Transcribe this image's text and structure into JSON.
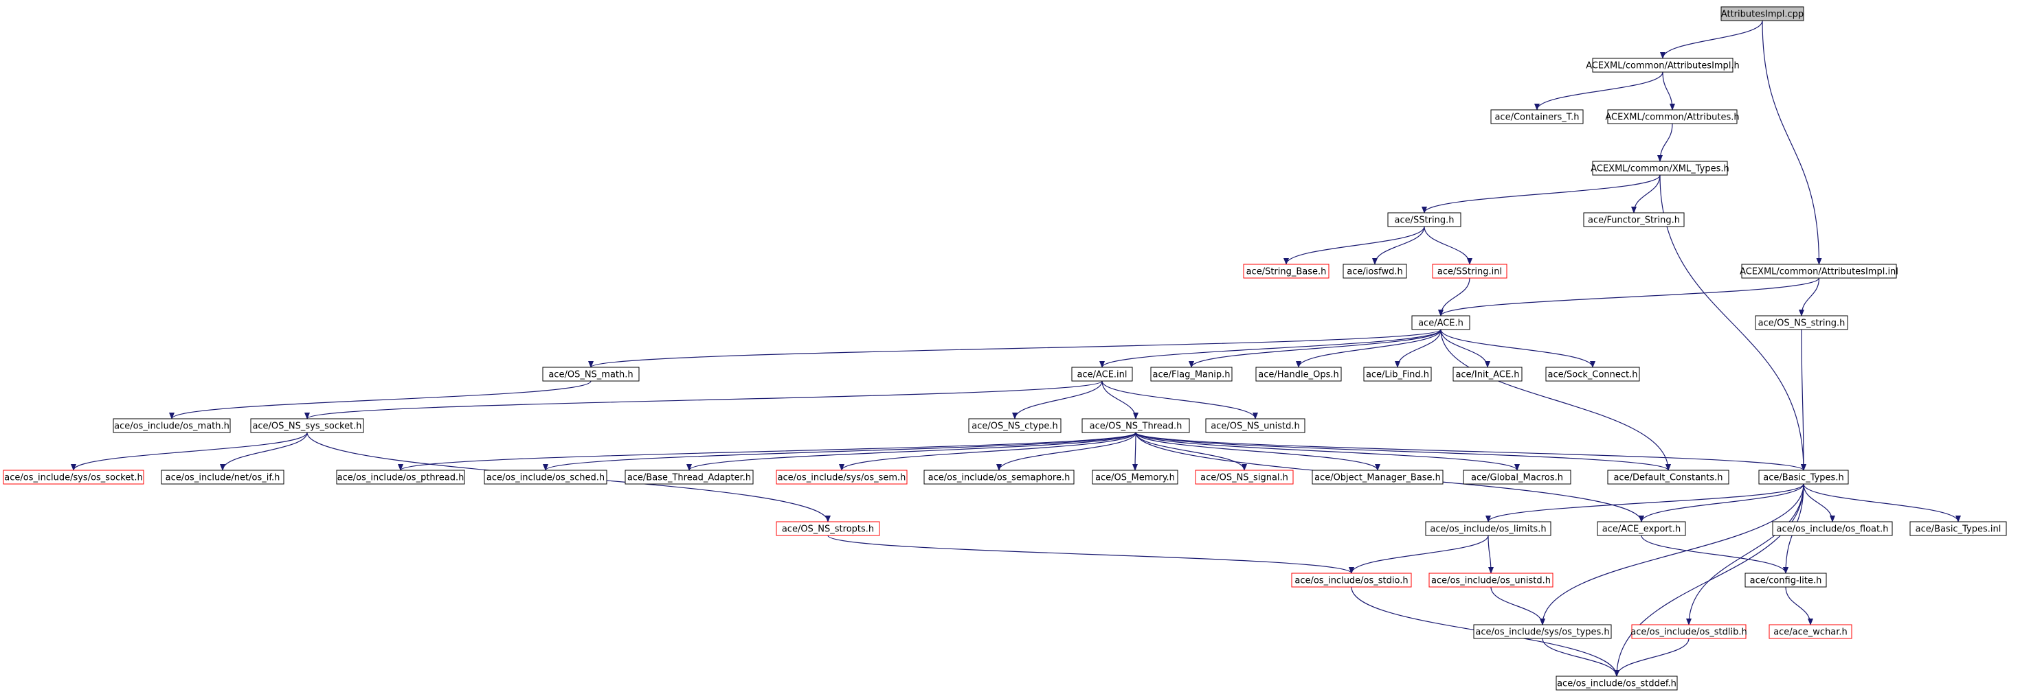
{
  "colors": {
    "root_fill": "#bfbfbf",
    "node_border": "#000000",
    "missing_border": "#ff0000",
    "edge": "#191970"
  },
  "nodes": [
    {
      "id": "n_attr_cpp",
      "label": "AttributesImpl.cpp",
      "kind": "root"
    },
    {
      "id": "n_attr_h",
      "label": "ACEXML/common/AttributesImpl.h",
      "kind": "normal"
    },
    {
      "id": "n_containers",
      "label": "ace/Containers_T.h",
      "kind": "normal"
    },
    {
      "id": "n_attributes",
      "label": "ACEXML/common/Attributes.h",
      "kind": "normal"
    },
    {
      "id": "n_xmltypes",
      "label": "ACEXML/common/XML_Types.h",
      "kind": "normal"
    },
    {
      "id": "n_sstring",
      "label": "ace/SString.h",
      "kind": "normal"
    },
    {
      "id": "n_functor",
      "label": "ace/Functor_String.h",
      "kind": "normal"
    },
    {
      "id": "n_strbase",
      "label": "ace/String_Base.h",
      "kind": "missing"
    },
    {
      "id": "n_iosfwd",
      "label": "ace/iosfwd.h",
      "kind": "normal"
    },
    {
      "id": "n_sstrinl",
      "label": "ace/SString.inl",
      "kind": "missing"
    },
    {
      "id": "n_attrinl",
      "label": "ACEXML/common/AttributesImpl.inl",
      "kind": "normal"
    },
    {
      "id": "n_ace",
      "label": "ace/ACE.h",
      "kind": "normal"
    },
    {
      "id": "n_nsstring",
      "label": "ace/OS_NS_string.h",
      "kind": "normal"
    },
    {
      "id": "n_nsmath",
      "label": "ace/OS_NS_math.h",
      "kind": "normal"
    },
    {
      "id": "n_aceinl",
      "label": "ace/ACE.inl",
      "kind": "normal"
    },
    {
      "id": "n_flag",
      "label": "ace/Flag_Manip.h",
      "kind": "normal"
    },
    {
      "id": "n_handle",
      "label": "ace/Handle_Ops.h",
      "kind": "normal"
    },
    {
      "id": "n_lib",
      "label": "ace/Lib_Find.h",
      "kind": "normal"
    },
    {
      "id": "n_init",
      "label": "ace/Init_ACE.h",
      "kind": "normal"
    },
    {
      "id": "n_sock",
      "label": "ace/Sock_Connect.h",
      "kind": "normal"
    },
    {
      "id": "n_osmath",
      "label": "ace/os_include/os_math.h",
      "kind": "normal"
    },
    {
      "id": "n_nssock",
      "label": "ace/OS_NS_sys_socket.h",
      "kind": "normal"
    },
    {
      "id": "n_ctype",
      "label": "ace/OS_NS_ctype.h",
      "kind": "normal"
    },
    {
      "id": "n_thread",
      "label": "ace/OS_NS_Thread.h",
      "kind": "normal"
    },
    {
      "id": "n_unistd",
      "label": "ace/OS_NS_unistd.h",
      "kind": "normal"
    },
    {
      "id": "n_syssock",
      "label": "ace/os_include/sys/os_socket.h",
      "kind": "missing"
    },
    {
      "id": "n_osif",
      "label": "ace/os_include/net/os_if.h",
      "kind": "normal"
    },
    {
      "id": "n_pthread",
      "label": "ace/os_include/os_pthread.h",
      "kind": "normal"
    },
    {
      "id": "n_sched",
      "label": "ace/os_include/os_sched.h",
      "kind": "normal"
    },
    {
      "id": "n_bta",
      "label": "ace/Base_Thread_Adapter.h",
      "kind": "normal"
    },
    {
      "id": "n_syssem",
      "label": "ace/os_include/sys/os_sem.h",
      "kind": "missing"
    },
    {
      "id": "n_sema",
      "label": "ace/os_include/os_semaphore.h",
      "kind": "normal"
    },
    {
      "id": "n_memory",
      "label": "ace/OS_Memory.h",
      "kind": "normal"
    },
    {
      "id": "n_signal",
      "label": "ace/OS_NS_signal.h",
      "kind": "missing"
    },
    {
      "id": "n_omb",
      "label": "ace/Object_Manager_Base.h",
      "kind": "normal"
    },
    {
      "id": "n_global",
      "label": "ace/Global_Macros.h",
      "kind": "normal"
    },
    {
      "id": "n_defconst",
      "label": "ace/Default_Constants.h",
      "kind": "normal"
    },
    {
      "id": "n_basic",
      "label": "ace/Basic_Types.h",
      "kind": "normal"
    },
    {
      "id": "n_stropts",
      "label": "ace/OS_NS_stropts.h",
      "kind": "missing"
    },
    {
      "id": "n_limits",
      "label": "ace/os_include/os_limits.h",
      "kind": "normal"
    },
    {
      "id": "n_export",
      "label": "ace/ACE_export.h",
      "kind": "normal"
    },
    {
      "id": "n_osfloat",
      "label": "ace/os_include/os_float.h",
      "kind": "normal"
    },
    {
      "id": "n_basicinl",
      "label": "ace/Basic_Types.inl",
      "kind": "normal"
    },
    {
      "id": "n_stdio",
      "label": "ace/os_include/os_stdio.h",
      "kind": "missing"
    },
    {
      "id": "n_osunistd",
      "label": "ace/os_include/os_unistd.h",
      "kind": "missing"
    },
    {
      "id": "n_config",
      "label": "ace/config-lite.h",
      "kind": "normal"
    },
    {
      "id": "n_systypes",
      "label": "ace/os_include/sys/os_types.h",
      "kind": "normal"
    },
    {
      "id": "n_stdlib",
      "label": "ace/os_include/os_stdlib.h",
      "kind": "missing"
    },
    {
      "id": "n_wchar",
      "label": "ace/ace_wchar.h",
      "kind": "missing"
    },
    {
      "id": "n_stddef",
      "label": "ace/os_include/os_stddef.h",
      "kind": "normal"
    }
  ],
  "edges": [
    [
      "n_attr_cpp",
      "n_attr_h"
    ],
    [
      "n_attr_cpp",
      "n_attrinl"
    ],
    [
      "n_attr_h",
      "n_containers"
    ],
    [
      "n_attr_h",
      "n_attributes"
    ],
    [
      "n_attributes",
      "n_xmltypes"
    ],
    [
      "n_xmltypes",
      "n_sstring"
    ],
    [
      "n_xmltypes",
      "n_functor"
    ],
    [
      "n_xmltypes",
      "n_basic"
    ],
    [
      "n_sstring",
      "n_strbase"
    ],
    [
      "n_sstring",
      "n_iosfwd"
    ],
    [
      "n_sstring",
      "n_sstrinl"
    ],
    [
      "n_sstrinl",
      "n_ace"
    ],
    [
      "n_attrinl",
      "n_ace"
    ],
    [
      "n_attrinl",
      "n_nsstring"
    ],
    [
      "n_nsstring",
      "n_basic"
    ],
    [
      "n_ace",
      "n_nsmath"
    ],
    [
      "n_ace",
      "n_aceinl"
    ],
    [
      "n_ace",
      "n_flag"
    ],
    [
      "n_ace",
      "n_handle"
    ],
    [
      "n_ace",
      "n_lib"
    ],
    [
      "n_ace",
      "n_init"
    ],
    [
      "n_ace",
      "n_sock"
    ],
    [
      "n_ace",
      "n_defconst"
    ],
    [
      "n_nsmath",
      "n_osmath"
    ],
    [
      "n_aceinl",
      "n_nssock"
    ],
    [
      "n_aceinl",
      "n_ctype"
    ],
    [
      "n_aceinl",
      "n_thread"
    ],
    [
      "n_aceinl",
      "n_unistd"
    ],
    [
      "n_nssock",
      "n_syssock"
    ],
    [
      "n_nssock",
      "n_osif"
    ],
    [
      "n_nssock",
      "n_stropts"
    ],
    [
      "n_thread",
      "n_pthread"
    ],
    [
      "n_thread",
      "n_sched"
    ],
    [
      "n_thread",
      "n_bta"
    ],
    [
      "n_thread",
      "n_syssem"
    ],
    [
      "n_thread",
      "n_sema"
    ],
    [
      "n_thread",
      "n_memory"
    ],
    [
      "n_thread",
      "n_signal"
    ],
    [
      "n_thread",
      "n_omb"
    ],
    [
      "n_thread",
      "n_global"
    ],
    [
      "n_thread",
      "n_defconst"
    ],
    [
      "n_thread",
      "n_basic"
    ],
    [
      "n_thread",
      "n_export"
    ],
    [
      "n_stropts",
      "n_stdio"
    ],
    [
      "n_basic",
      "n_limits"
    ],
    [
      "n_basic",
      "n_export"
    ],
    [
      "n_basic",
      "n_osfloat"
    ],
    [
      "n_basic",
      "n_basicinl"
    ],
    [
      "n_basic",
      "n_config"
    ],
    [
      "n_basic",
      "n_systypes"
    ],
    [
      "n_basic",
      "n_stdlib"
    ],
    [
      "n_basic",
      "n_stddef"
    ],
    [
      "n_limits",
      "n_stdio"
    ],
    [
      "n_limits",
      "n_osunistd"
    ],
    [
      "n_export",
      "n_config"
    ],
    [
      "n_osunistd",
      "n_systypes"
    ],
    [
      "n_config",
      "n_wchar"
    ],
    [
      "n_stdio",
      "n_stddef"
    ],
    [
      "n_systypes",
      "n_stddef"
    ],
    [
      "n_stdlib",
      "n_stddef"
    ]
  ]
}
